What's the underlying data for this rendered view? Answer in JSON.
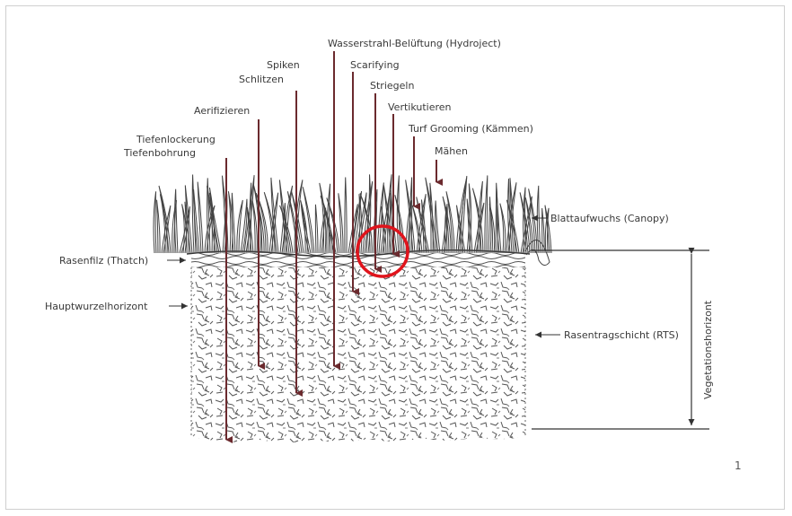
{
  "diagram": {
    "operations": [
      {
        "id": "hydroject",
        "label": "Wasserstrahl-Belüftung (Hydroject)"
      },
      {
        "id": "scarifying",
        "label": "Scarifying"
      },
      {
        "id": "spiken",
        "label": "Spiken"
      },
      {
        "id": "schlitzen",
        "label": "Schlitzen"
      },
      {
        "id": "striegeln",
        "label": "Striegeln"
      },
      {
        "id": "vertikutieren",
        "label": "Vertikutieren"
      },
      {
        "id": "aerifizieren",
        "label": "Aerifizieren"
      },
      {
        "id": "turf_grooming",
        "label": "Turf Grooming (Kämmen)"
      },
      {
        "id": "tiefenlockerung",
        "label": "Tiefenlockerung"
      },
      {
        "id": "tiefenbohrung",
        "label": "Tiefenbohrung"
      },
      {
        "id": "maehen",
        "label": "Mähen"
      }
    ],
    "layers": {
      "canopy": "Blattaufwuchs (Canopy)",
      "thatch": "Rasenfilz (Thatch)",
      "root_horizon": "Hauptwurzelhorizont",
      "rts": "Rasentragschicht (RTS)",
      "vegetation_horizon": "Vegetationshorizont"
    },
    "page_mark": "1",
    "colors": {
      "arrow": "#6b2a2e",
      "highlight": "#e0141c",
      "soil": "#4a4a4a"
    }
  }
}
